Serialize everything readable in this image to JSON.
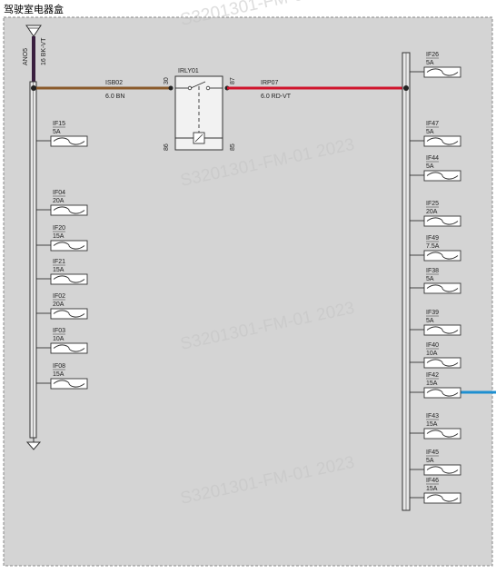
{
  "title": "驾驶室电器盒",
  "colors": {
    "panel_bg": "#d4d4d4",
    "brown_wire": "#8a5a2b",
    "red_wire": "#d0142c",
    "blue_wire": "#1e8fd0",
    "ground_wire": "#3a1f3f"
  },
  "watermark": "S3201301-FM-01 2023",
  "ground_wire": {
    "label": "ANO5",
    "spec": "16 BK-VT"
  },
  "left_wire": {
    "name": "ISB02",
    "spec": "6.0 BN"
  },
  "right_wire": {
    "name": "IRP07",
    "spec": "6.0 RD-VT"
  },
  "relay": {
    "name": "IRLY01",
    "pin_left": "30",
    "pin_right": "87",
    "pin_bottom_left": "86",
    "pin_bottom_right": "85"
  },
  "left_fuses": [
    {
      "name": "IF15",
      "rating": "5A"
    },
    {
      "name": "IF04",
      "rating": "20A"
    },
    {
      "name": "IF20",
      "rating": "15A"
    },
    {
      "name": "IF21",
      "rating": "15A"
    },
    {
      "name": "IF02",
      "rating": "20A"
    },
    {
      "name": "IF03",
      "rating": "10A"
    },
    {
      "name": "IF08",
      "rating": "15A"
    }
  ],
  "right_fuses": [
    {
      "name": "IF26",
      "rating": "5A"
    },
    {
      "name": "IF47",
      "rating": "5A"
    },
    {
      "name": "IF44",
      "rating": "5A"
    },
    {
      "name": "IF25",
      "rating": "20A"
    },
    {
      "name": "IF49",
      "rating": "7.5A"
    },
    {
      "name": "IF38",
      "rating": "5A"
    },
    {
      "name": "IF39",
      "rating": "5A"
    },
    {
      "name": "IF40",
      "rating": "10A"
    },
    {
      "name": "IF42",
      "rating": "15A"
    },
    {
      "name": "IF43",
      "rating": "15A"
    },
    {
      "name": "IF45",
      "rating": "5A"
    },
    {
      "name": "IF46",
      "rating": "15A"
    }
  ]
}
